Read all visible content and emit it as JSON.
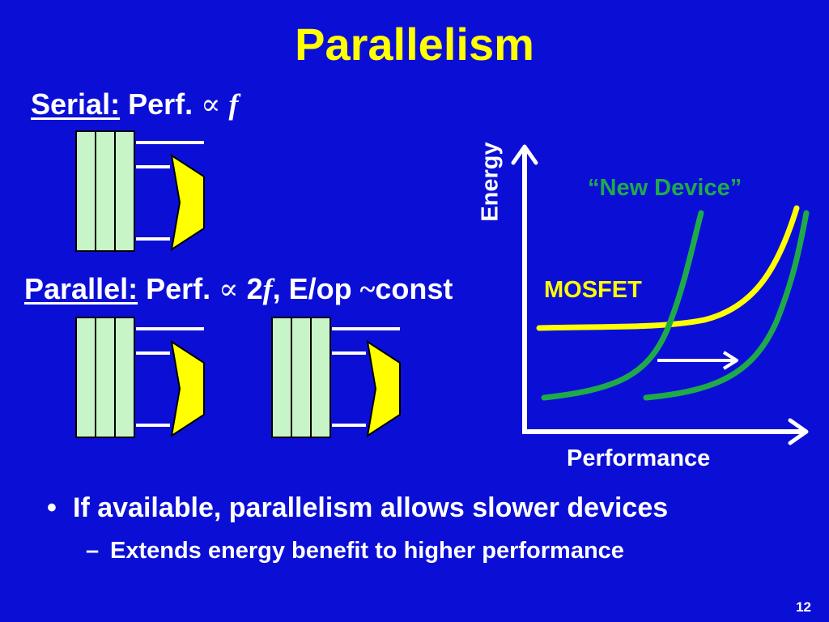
{
  "title": "Parallelism",
  "serial": {
    "heading": "Serial:",
    "perf": "Perf.",
    "prop_symbol": "∝",
    "f": "f"
  },
  "parallel": {
    "heading": "Parallel:",
    "perf": "Perf.",
    "prop_symbol": "∝",
    "two": "2",
    "f": "f",
    "energy_text": ", E/op ",
    "tilde": "~",
    "const": "const"
  },
  "graph": {
    "y_axis_label": "Energy",
    "x_axis_label": "Performance",
    "curves": [
      {
        "label": "“New Device”",
        "color": "#1faa4a"
      },
      {
        "label": "MOSFET",
        "color": "#ffff00"
      }
    ]
  },
  "bullets": [
    {
      "marker": "•",
      "text": "If available, parallelism allows slower devices"
    }
  ],
  "sub_bullets": [
    {
      "marker": "–",
      "text": "Extends energy benefit to higher performance"
    }
  ],
  "page_number": "12",
  "colors": {
    "background": "#0b0fd6",
    "title": "#ffff00",
    "register_fill": "#c8f5c8",
    "logic_fill": "#ffff00",
    "green_curve": "#1faa4a",
    "yellow_curve": "#ffff00"
  }
}
